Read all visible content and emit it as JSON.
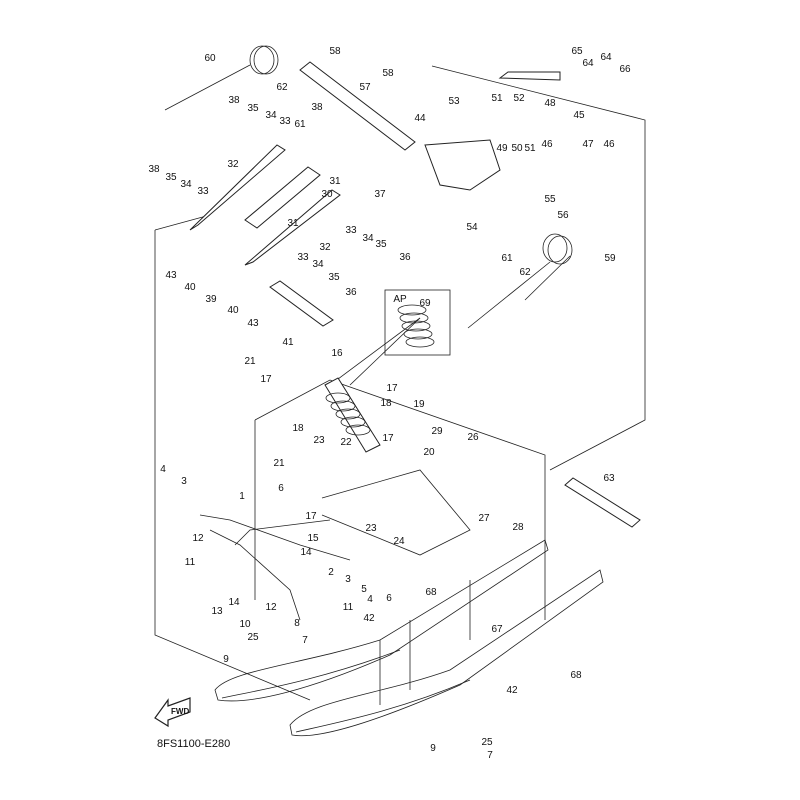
{
  "diagram": {
    "callouts": [
      "60",
      "58",
      "57",
      "58",
      "62",
      "61",
      "38",
      "38",
      "35",
      "34",
      "33",
      "32",
      "38",
      "35",
      "34",
      "33",
      "30",
      "31",
      "31",
      "37",
      "33",
      "34",
      "35",
      "36",
      "32",
      "33",
      "34",
      "35",
      "36",
      "43",
      "40",
      "39",
      "40",
      "43",
      "41",
      "44",
      "53",
      "49",
      "50",
      "51",
      "46",
      "45",
      "47",
      "46",
      "65",
      "64",
      "64",
      "66",
      "51",
      "52",
      "48",
      "55",
      "56",
      "54",
      "61",
      "62",
      "59",
      "AP",
      "69",
      "16",
      "21",
      "17",
      "17",
      "19",
      "18",
      "18",
      "17",
      "23",
      "22",
      "21",
      "20",
      "29",
      "26",
      "4",
      "3",
      "1",
      "6",
      "17",
      "15",
      "14",
      "12",
      "11",
      "2",
      "3",
      "5",
      "6",
      "4",
      "11",
      "13",
      "14",
      "12",
      "8",
      "7",
      "10",
      "25",
      "42",
      "9",
      "24",
      "23",
      "27",
      "28",
      "63",
      "68",
      "67",
      "68",
      "42",
      "9",
      "25",
      "7"
    ],
    "forward_badge": "FWD",
    "drawing_code": "8FS1100-E280",
    "line_color": "#222222"
  }
}
